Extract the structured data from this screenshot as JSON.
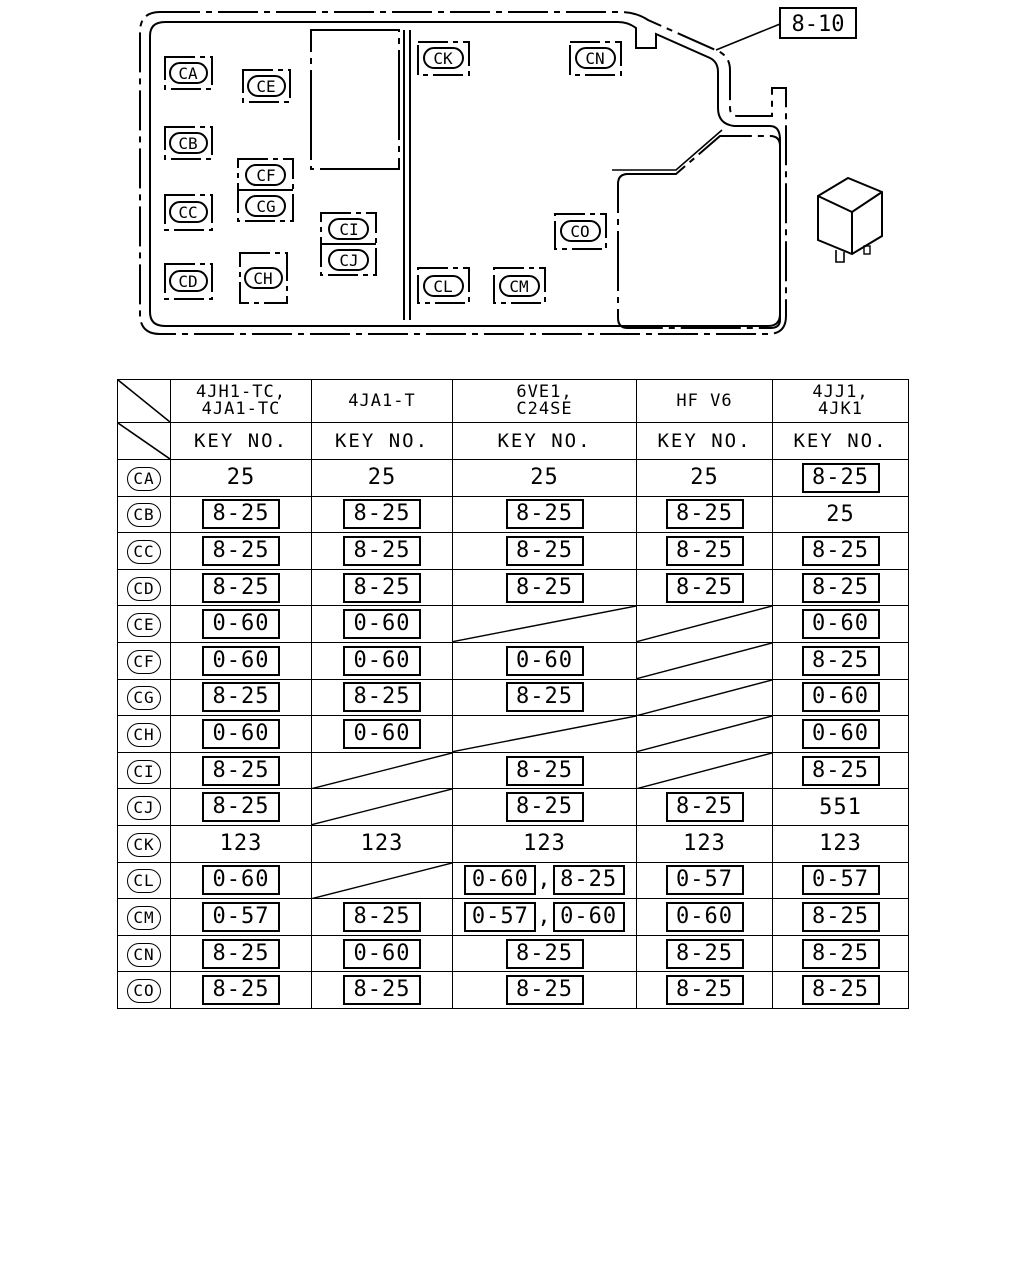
{
  "callout_ref": "8-10",
  "diagram_codes": {
    "ca": "CA",
    "cb": "CB",
    "cc": "CC",
    "cd": "CD",
    "ce": "CE",
    "cf": "CF",
    "cg": "CG",
    "ch": "CH",
    "ci": "CI",
    "cj": "CJ",
    "ck": "CK",
    "cl": "CL",
    "cm": "CM",
    "cn": "CN",
    "co": "CO"
  },
  "table": {
    "columns": [
      {
        "line1": "4JH1-TC,",
        "line2": "4JA1-TC"
      },
      {
        "line1": "4JA1-T",
        "line2": ""
      },
      {
        "line1": "6VE1,",
        "line2": "C24SE"
      },
      {
        "line1": "HF V6",
        "line2": ""
      },
      {
        "line1": "4JJ1,",
        "line2": "4JK1"
      }
    ],
    "key_no_label": "KEY NO.",
    "rows": [
      {
        "code": "CA",
        "cells": [
          {
            "values": [
              "25"
            ],
            "boxed": false
          },
          {
            "values": [
              "25"
            ],
            "boxed": false
          },
          {
            "values": [
              "25"
            ],
            "boxed": false
          },
          {
            "values": [
              "25"
            ],
            "boxed": false
          },
          {
            "values": [
              "8-25"
            ],
            "boxed": true
          }
        ]
      },
      {
        "code": "CB",
        "cells": [
          {
            "values": [
              "8-25"
            ],
            "boxed": true
          },
          {
            "values": [
              "8-25"
            ],
            "boxed": true
          },
          {
            "values": [
              "8-25"
            ],
            "boxed": true
          },
          {
            "values": [
              "8-25"
            ],
            "boxed": true
          },
          {
            "values": [
              "25"
            ],
            "boxed": false
          }
        ]
      },
      {
        "code": "CC",
        "cells": [
          {
            "values": [
              "8-25"
            ],
            "boxed": true
          },
          {
            "values": [
              "8-25"
            ],
            "boxed": true
          },
          {
            "values": [
              "8-25"
            ],
            "boxed": true
          },
          {
            "values": [
              "8-25"
            ],
            "boxed": true
          },
          {
            "values": [
              "8-25"
            ],
            "boxed": true
          }
        ]
      },
      {
        "code": "CD",
        "cells": [
          {
            "values": [
              "8-25"
            ],
            "boxed": true
          },
          {
            "values": [
              "8-25"
            ],
            "boxed": true
          },
          {
            "values": [
              "8-25"
            ],
            "boxed": true
          },
          {
            "values": [
              "8-25"
            ],
            "boxed": true
          },
          {
            "values": [
              "8-25"
            ],
            "boxed": true
          }
        ]
      },
      {
        "code": "CE",
        "cells": [
          {
            "values": [
              "0-60"
            ],
            "boxed": true
          },
          {
            "values": [
              "0-60"
            ],
            "boxed": true
          },
          {
            "values": [],
            "boxed": false
          },
          {
            "values": [],
            "boxed": false
          },
          {
            "values": [
              "0-60"
            ],
            "boxed": true
          }
        ]
      },
      {
        "code": "CF",
        "cells": [
          {
            "values": [
              "0-60"
            ],
            "boxed": true
          },
          {
            "values": [
              "0-60"
            ],
            "boxed": true
          },
          {
            "values": [
              "0-60"
            ],
            "boxed": true
          },
          {
            "values": [],
            "boxed": false
          },
          {
            "values": [
              "8-25"
            ],
            "boxed": true
          }
        ]
      },
      {
        "code": "CG",
        "cells": [
          {
            "values": [
              "8-25"
            ],
            "boxed": true
          },
          {
            "values": [
              "8-25"
            ],
            "boxed": true
          },
          {
            "values": [
              "8-25"
            ],
            "boxed": true
          },
          {
            "values": [],
            "boxed": false
          },
          {
            "values": [
              "0-60"
            ],
            "boxed": true
          }
        ]
      },
      {
        "code": "CH",
        "cells": [
          {
            "values": [
              "0-60"
            ],
            "boxed": true
          },
          {
            "values": [
              "0-60"
            ],
            "boxed": true
          },
          {
            "values": [],
            "boxed": false
          },
          {
            "values": [],
            "boxed": false
          },
          {
            "values": [
              "0-60"
            ],
            "boxed": true
          }
        ]
      },
      {
        "code": "CI",
        "cells": [
          {
            "values": [
              "8-25"
            ],
            "boxed": true
          },
          {
            "values": [],
            "boxed": false
          },
          {
            "values": [
              "8-25"
            ],
            "boxed": true
          },
          {
            "values": [],
            "boxed": false
          },
          {
            "values": [
              "8-25"
            ],
            "boxed": true
          }
        ]
      },
      {
        "code": "CJ",
        "cells": [
          {
            "values": [
              "8-25"
            ],
            "boxed": true
          },
          {
            "values": [],
            "boxed": false
          },
          {
            "values": [
              "8-25"
            ],
            "boxed": true
          },
          {
            "values": [
              "8-25"
            ],
            "boxed": true
          },
          {
            "values": [
              "551"
            ],
            "boxed": false
          }
        ]
      },
      {
        "code": "CK",
        "cells": [
          {
            "values": [
              "123"
            ],
            "boxed": false
          },
          {
            "values": [
              "123"
            ],
            "boxed": false
          },
          {
            "values": [
              "123"
            ],
            "boxed": false
          },
          {
            "values": [
              "123"
            ],
            "boxed": false
          },
          {
            "values": [
              "123"
            ],
            "boxed": false
          }
        ]
      },
      {
        "code": "CL",
        "cells": [
          {
            "values": [
              "0-60"
            ],
            "boxed": true
          },
          {
            "values": [],
            "boxed": false
          },
          {
            "values": [
              "0-60",
              "8-25"
            ],
            "boxed": true
          },
          {
            "values": [
              "0-57"
            ],
            "boxed": true
          },
          {
            "values": [
              "0-57"
            ],
            "boxed": true
          }
        ]
      },
      {
        "code": "CM",
        "cells": [
          {
            "values": [
              "0-57"
            ],
            "boxed": true
          },
          {
            "values": [
              "8-25"
            ],
            "boxed": true
          },
          {
            "values": [
              "0-57",
              "0-60"
            ],
            "boxed": true
          },
          {
            "values": [
              "0-60"
            ],
            "boxed": true
          },
          {
            "values": [
              "8-25"
            ],
            "boxed": true
          }
        ]
      },
      {
        "code": "CN",
        "cells": [
          {
            "values": [
              "8-25"
            ],
            "boxed": true
          },
          {
            "values": [
              "0-60"
            ],
            "boxed": true
          },
          {
            "values": [
              "8-25"
            ],
            "boxed": true
          },
          {
            "values": [
              "8-25"
            ],
            "boxed": true
          },
          {
            "values": [
              "8-25"
            ],
            "boxed": true
          }
        ]
      },
      {
        "code": "CO",
        "cells": [
          {
            "values": [
              "8-25"
            ],
            "boxed": true
          },
          {
            "values": [
              "8-25"
            ],
            "boxed": true
          },
          {
            "values": [
              "8-25"
            ],
            "boxed": true
          },
          {
            "values": [
              "8-25"
            ],
            "boxed": true
          },
          {
            "values": [
              "8-25"
            ],
            "boxed": true
          }
        ]
      }
    ]
  }
}
